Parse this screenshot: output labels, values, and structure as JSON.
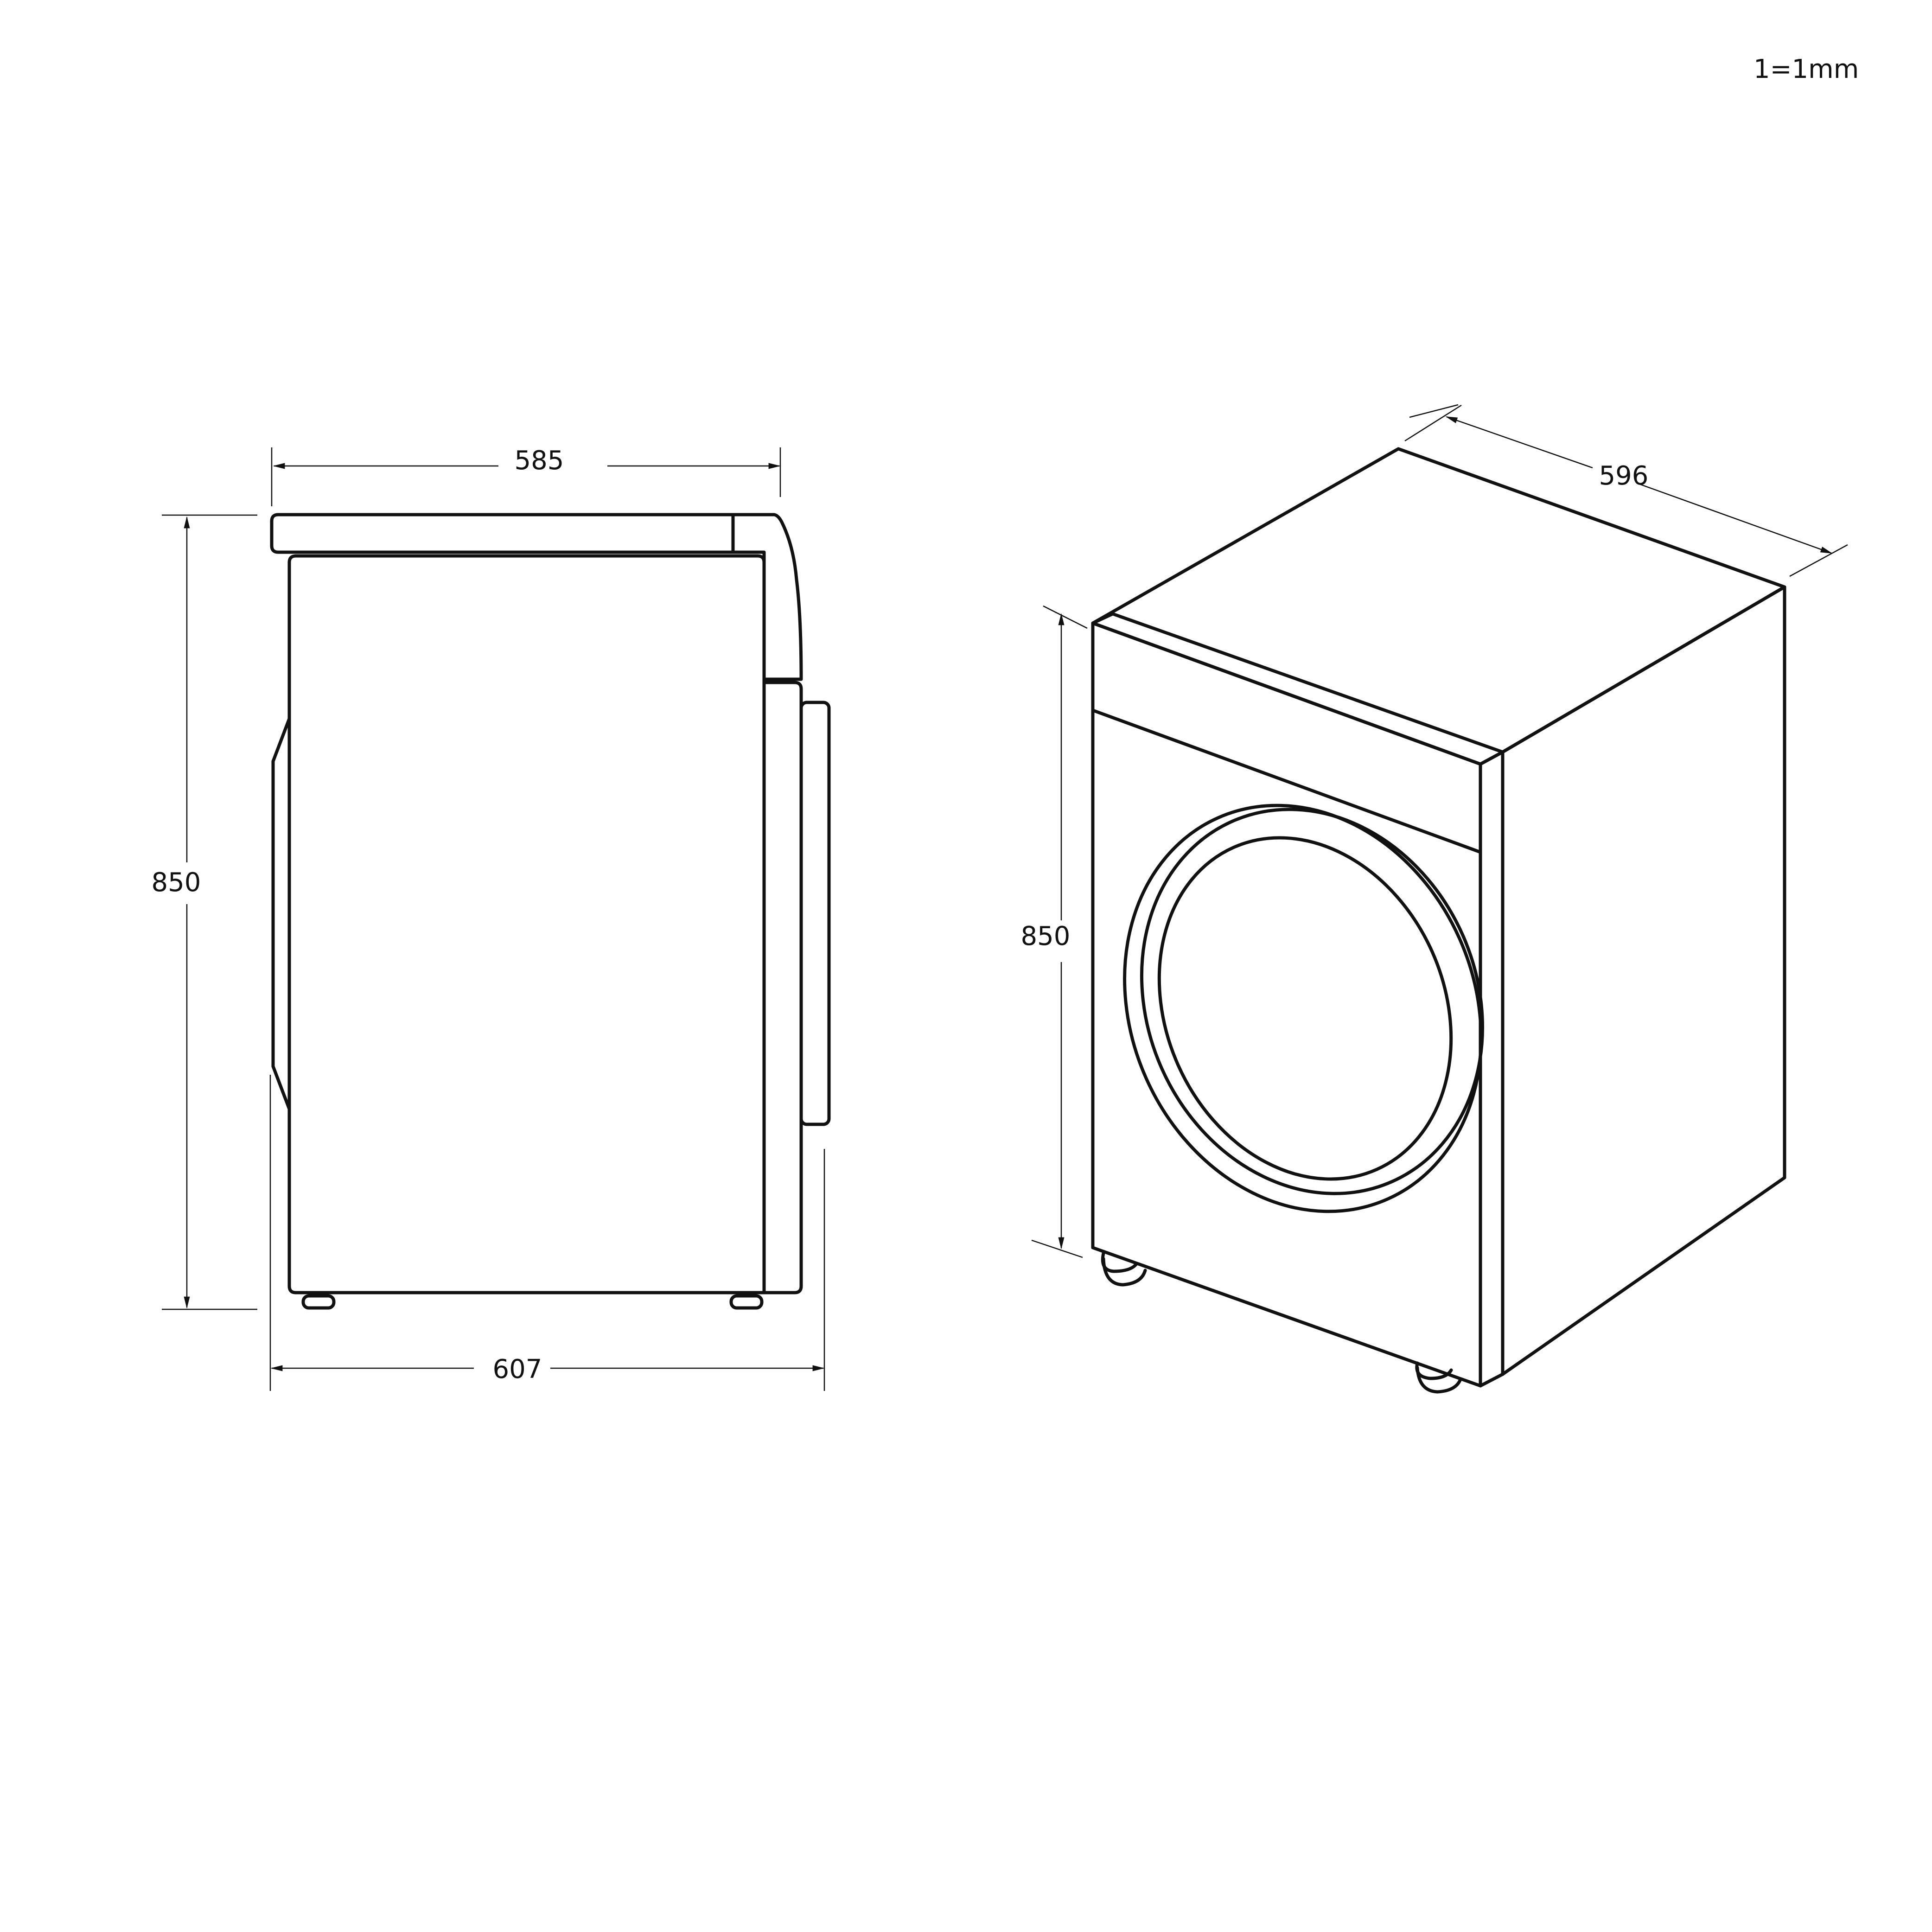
{
  "scale_note": "1=1mm",
  "side_view": {
    "top_width_label": "585",
    "height_label": "850",
    "bottom_depth_label": "607"
  },
  "iso_view": {
    "width_label": "596",
    "height_label": "850"
  },
  "colors": {
    "line": "#111111",
    "background": "#ffffff"
  }
}
